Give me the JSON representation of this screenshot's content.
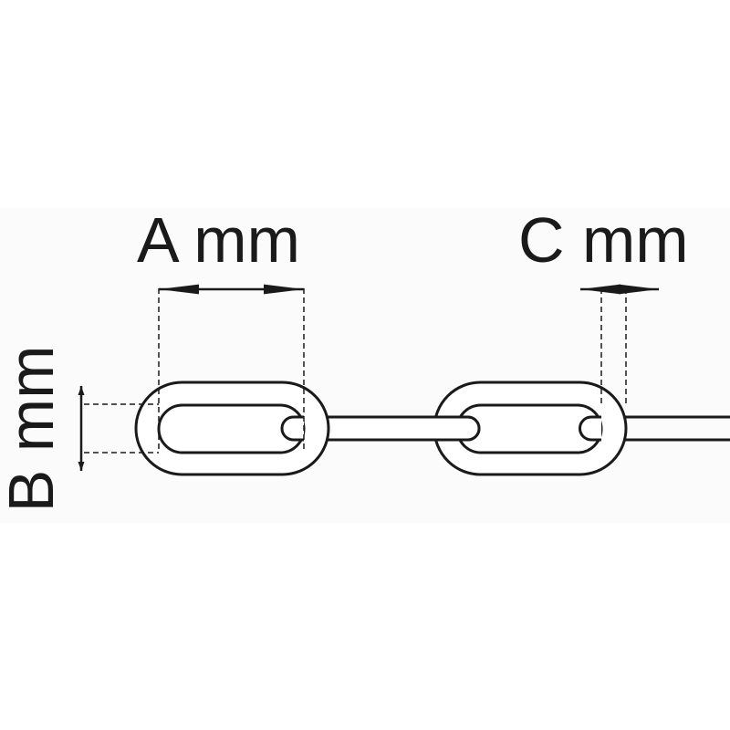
{
  "diagram": {
    "labels": {
      "a": "A mm",
      "b": "B mm",
      "c": "C mm"
    },
    "colors": {
      "background": "#ffffff",
      "band": "#fbfbfb",
      "stroke": "#1a1a1a"
    }
  }
}
